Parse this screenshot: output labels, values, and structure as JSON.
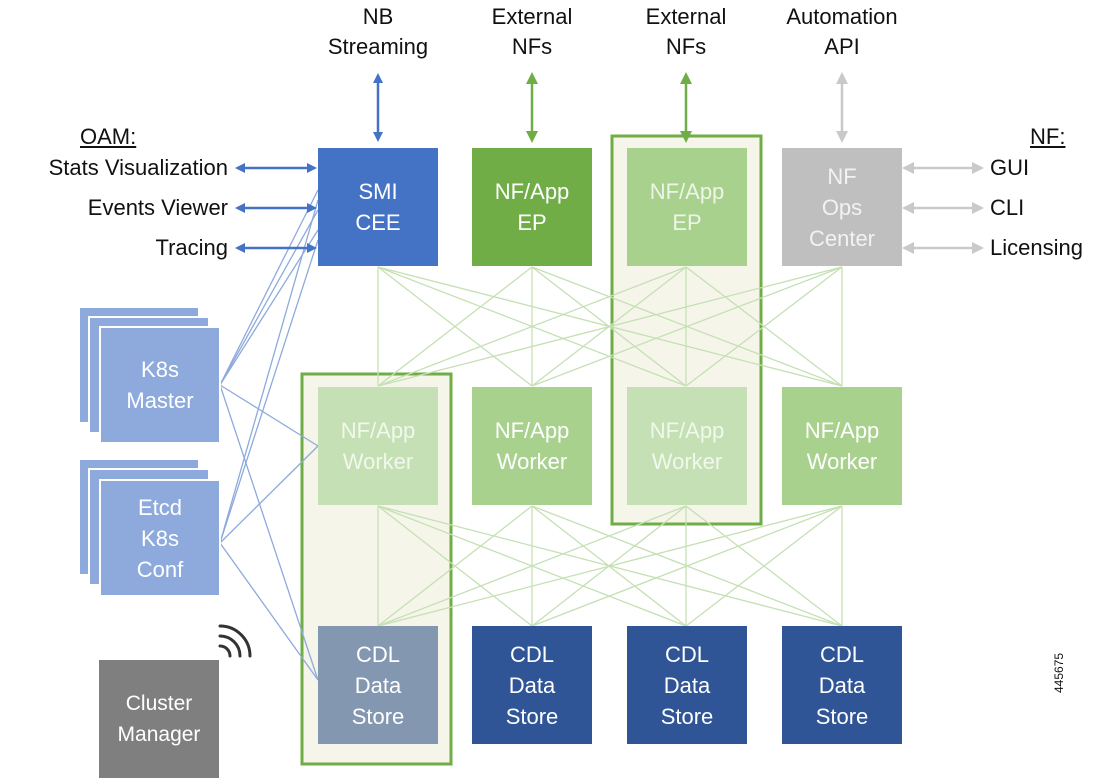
{
  "top_labels": {
    "nb_streaming": [
      "NB",
      "Streaming"
    ],
    "external_nfs_1": [
      "External",
      "NFs"
    ],
    "external_nfs_2": [
      "External",
      "NFs"
    ],
    "automation_api": [
      "Automation",
      "API"
    ]
  },
  "oam": {
    "title": "OAM:",
    "items": [
      "Stats Visualization",
      "Events Viewer",
      "Tracing"
    ]
  },
  "nf_side": {
    "title": "NF:",
    "items": [
      "GUI",
      "CLI",
      "Licensing"
    ]
  },
  "boxes": {
    "smi_cee": [
      "SMI",
      "CEE"
    ],
    "nf_app_ep_1": [
      "NF/App",
      "EP"
    ],
    "nf_app_ep_2": [
      "NF/App",
      "EP"
    ],
    "nf_ops_center": [
      "NF",
      "Ops",
      "Center"
    ],
    "worker_1": [
      "NF/App",
      "Worker"
    ],
    "worker_2": [
      "NF/App",
      "Worker"
    ],
    "worker_3": [
      "NF/App",
      "Worker"
    ],
    "worker_4": [
      "NF/App",
      "Worker"
    ],
    "cdl_1": [
      "CDL",
      "Data",
      "Store"
    ],
    "cdl_2": [
      "CDL",
      "Data",
      "Store"
    ],
    "cdl_3": [
      "CDL",
      "Data",
      "Store"
    ],
    "cdl_4": [
      "CDL",
      "Data",
      "Store"
    ],
    "k8s_master": [
      "K8s",
      "Master"
    ],
    "etcd": [
      "Etcd",
      "K8s",
      "Conf"
    ],
    "cluster_manager": [
      "Cluster",
      "Manager"
    ]
  },
  "colors": {
    "smi_blue": "#4472c4",
    "ep_green": "#70ad47",
    "ep_light": "#a9d18e",
    "worker_light": "#c5e0b4",
    "worker_mid": "#a9d18e",
    "ops_gray": "#bfbfbf",
    "cdl_navy": "#2f5597",
    "cdl_gray": "#8497b0",
    "k8s_blue": "#8eaadc",
    "cluster_gray": "#7f7f7f",
    "highlight_border": "#70ad47",
    "highlight_fill": "#f5f5ea"
  },
  "figure_id": "445675"
}
